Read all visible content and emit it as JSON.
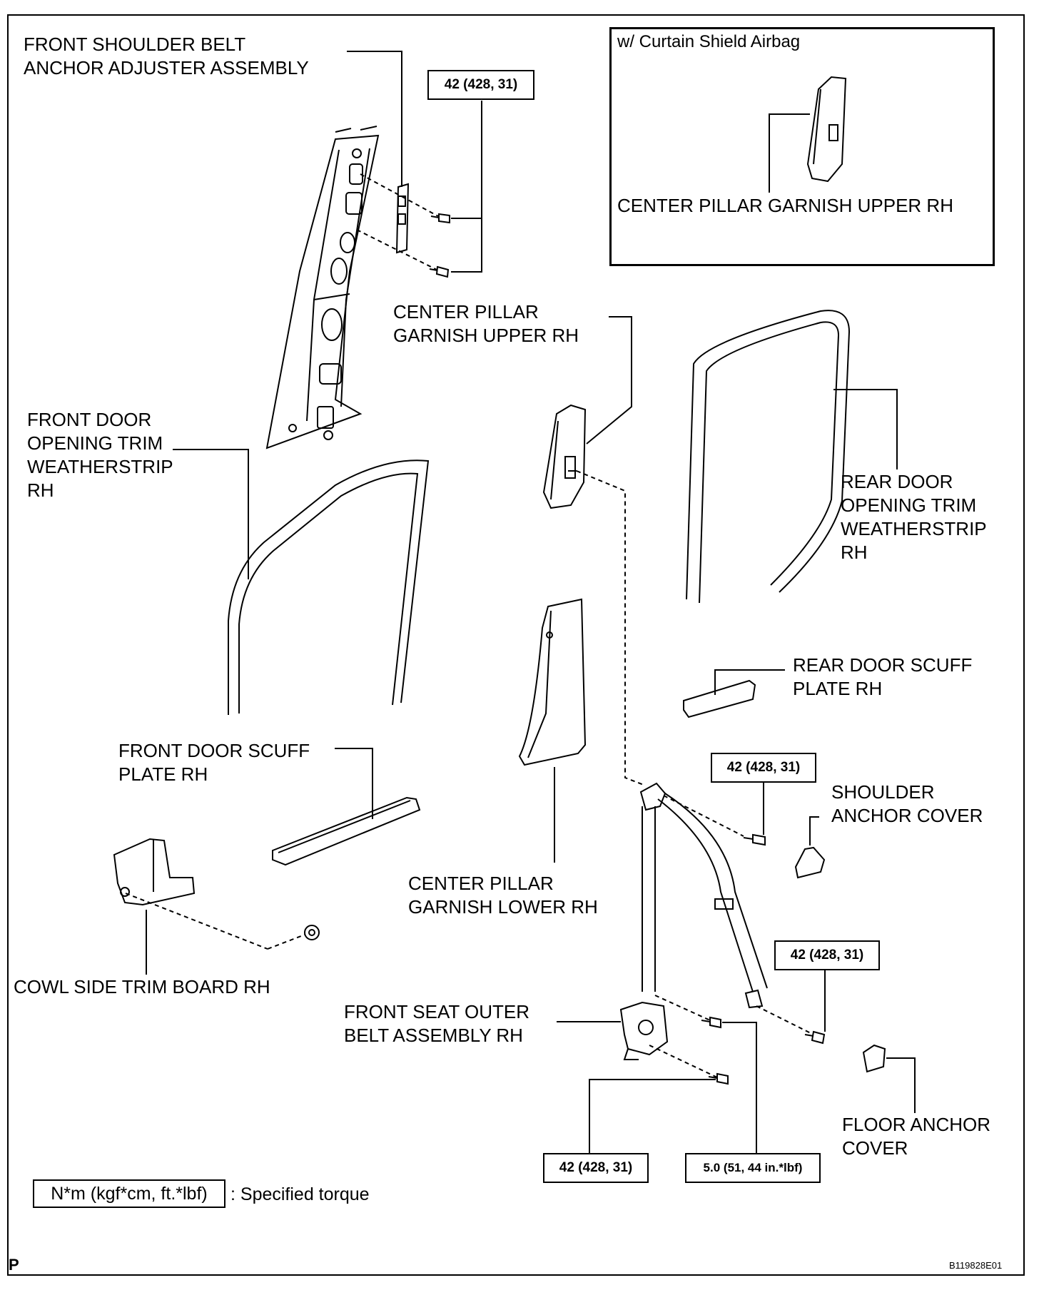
{
  "inset": {
    "caption": "w/ Curtain Shield Airbag",
    "part_label": "CENTER PILLAR GARNISH UPPER RH"
  },
  "labels": {
    "front_shoulder_belt_anchor_adjuster": "FRONT SHOULDER BELT\nANCHOR ADJUSTER ASSEMBLY",
    "center_pillar_garnish_upper": "CENTER PILLAR\nGARNISH UPPER RH",
    "front_door_opening_trim": "FRONT DOOR\nOPENING TRIM\nWEATHERSTRIP\nRH",
    "rear_door_opening_trim": "REAR DOOR\nOPENING TRIM\nWEATHERSTRIP\nRH",
    "rear_door_scuff_plate": "REAR DOOR SCUFF\nPLATE RH",
    "front_door_scuff_plate": "FRONT DOOR SCUFF\nPLATE RH",
    "shoulder_anchor_cover": "SHOULDER\nANCHOR COVER",
    "center_pillar_garnish_lower": "CENTER PILLAR\nGARNISH LOWER RH",
    "cowl_side_trim_board": "COWL SIDE TRIM BOARD RH",
    "front_seat_outer_belt": "FRONT SEAT OUTER\nBELT ASSEMBLY RH",
    "floor_anchor_cover": "FLOOR ANCHOR\nCOVER"
  },
  "torques": {
    "adjuster": "42 (428, 31)",
    "shoulder_anchor": "42 (428, 31)",
    "floor_anchor": "42 (428, 31)",
    "retractor_bolt": "42 (428, 31)",
    "retractor_screw": "5.0 (51, 44 in.*lbf)"
  },
  "legend": {
    "box": "N*m (kgf*cm, ft.*lbf)",
    "text": ": Specified torque"
  },
  "footer": {
    "page_letter": "P",
    "figure_code": "B119828E01"
  }
}
